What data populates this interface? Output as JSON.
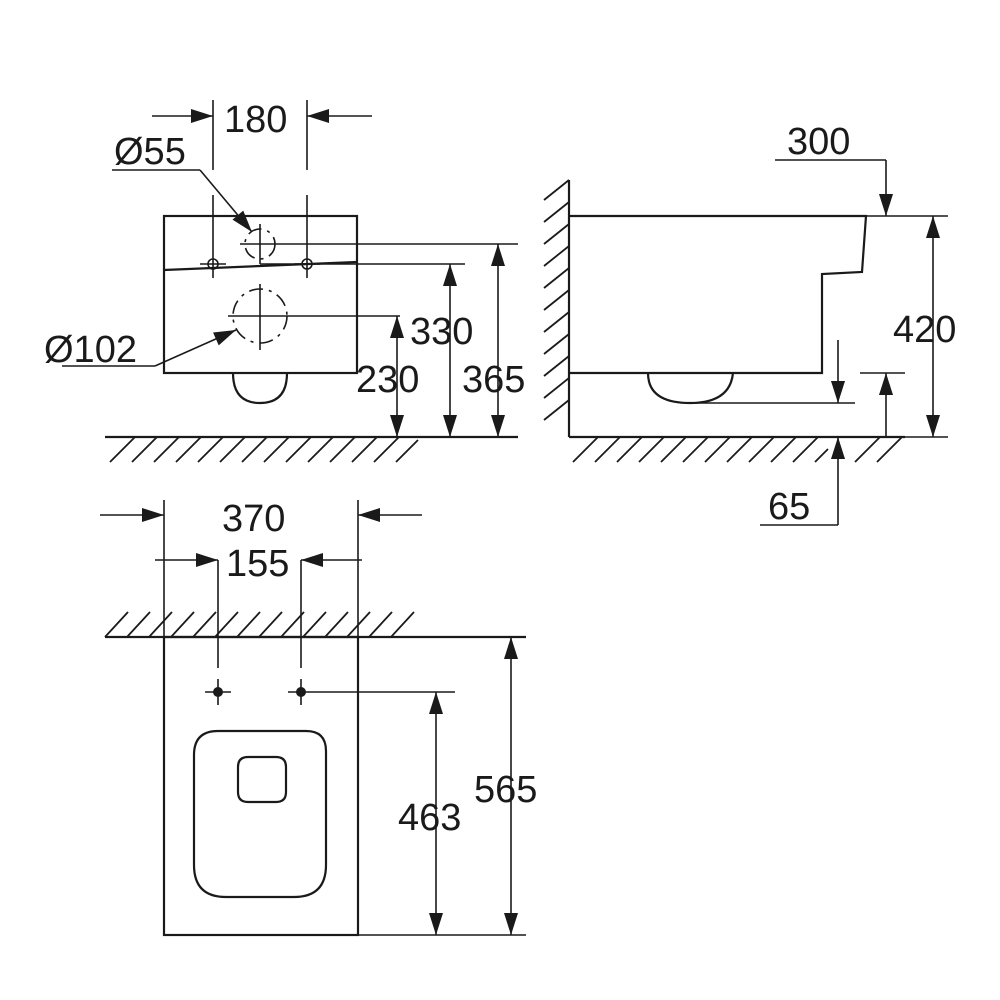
{
  "front_view": {
    "dim_width_top": "180",
    "dim_small_diameter": "Ø55",
    "dim_large_diameter": "Ø102",
    "dim_height_330": "330",
    "dim_height_230": "230",
    "dim_height_365": "365"
  },
  "side_view": {
    "dim_depth": "300",
    "dim_height": "420",
    "dim_clearance": "65"
  },
  "top_view": {
    "dim_width": "370",
    "dim_bolt_spacing": "155",
    "dim_bolt_distance": "463",
    "dim_length": "565"
  }
}
